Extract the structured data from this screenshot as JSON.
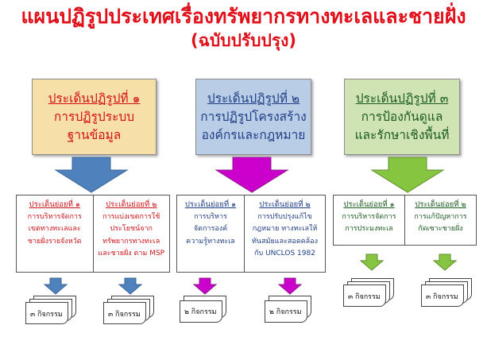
{
  "title": {
    "line1": "แผนปฏิรูปประเทศเรื่องทรัพยากรทางทะเลและชายฝั่ง",
    "line2": "(ฉบับปรับปรุง)"
  },
  "issues": [
    {
      "head": "ประเด็นปฏิรูปที่ ๑",
      "lines": [
        "การปฏิรูประบบ",
        "ฐานข้อมูล"
      ]
    },
    {
      "head": "ประเด็นปฏิรูปที่ ๒",
      "lines": [
        "การปฏิรูปโครงสร้าง",
        "องค์กรและกฎหมาย"
      ]
    },
    {
      "head": "ประเด็นปฏิรูปที่ ๓",
      "lines": [
        "การป้องกันดูแล",
        "และรักษาเชิงพื้นที่"
      ]
    }
  ],
  "subissues": [
    [
      {
        "head": "ประเด็นย่อยที่ ๑",
        "lines": [
          "การบริหารจัดการ",
          "เขตทางทะเลและ",
          "ชายฝั่งรายจังหวัด"
        ]
      },
      {
        "head": "ประเด็นย่อยที่ ๒",
        "lines": [
          "การแบ่งเขตการใช้",
          "ประโยชน์จาก",
          "ทรัพยากรทางทะเล",
          "และชายฝั่ง ตาม MSP"
        ]
      }
    ],
    [
      {
        "head": "ประเด็นย่อยที่ ๑",
        "lines": [
          "การบริหาร",
          "จัดการองค์",
          "ความรู้ทางทะเล"
        ]
      },
      {
        "head": "ประเด็นย่อยที่ ๒",
        "lines": [
          "การปรับปรุงแก้ไข",
          "กฎหมาย ทางทะเลให้",
          "ทันสมัยและสอดคล้อง",
          "กับ UNCLOS 1982"
        ]
      }
    ],
    [
      {
        "head": "ประเด็นย่อยที่ ๑",
        "lines": [
          "การบริหารจัดการ",
          "การประมงทะเล"
        ]
      },
      {
        "head": "ประเด็นย่อยที่ ๒",
        "lines": [
          "การแก้ปัญหาการ",
          "กัดเซาะชายฝั่ง"
        ]
      }
    ]
  ],
  "activities": [
    "๓ กิจกรรม",
    "๓ กิจกรรม",
    "๒ กิจกรรม",
    "๒ กิจกรรม",
    "๓ กิจกรรม",
    "๓ กิจกรรม"
  ],
  "colors": {
    "title": "#e0101a",
    "arrow1": "#4f81bd",
    "arrow2": "#cc00cc",
    "arrow3": "#86c540"
  }
}
